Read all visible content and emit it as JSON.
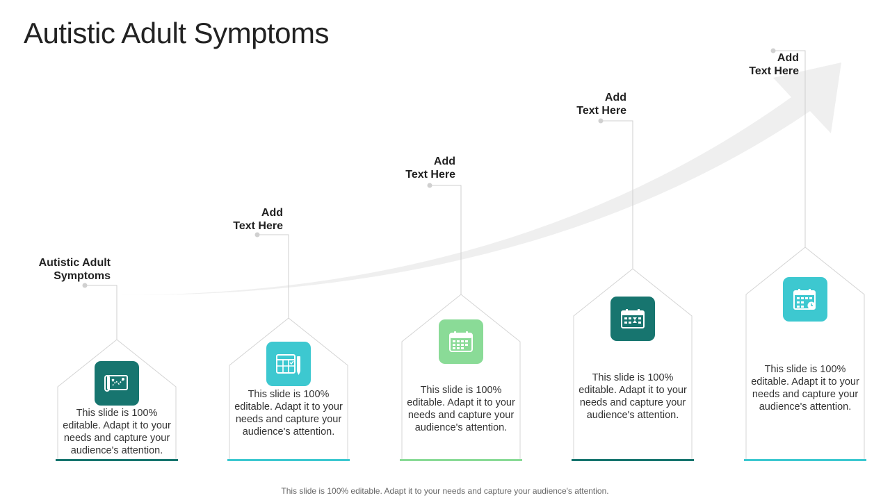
{
  "title": "Autistic Adult Symptoms",
  "steps": [
    {
      "label_line1": "Autistic Adult",
      "label_line2": "Symptoms",
      "text": "This slide is 100% editable. Adapt it to your needs and capture your audience's attention.",
      "icon": "blueprint-map-icon",
      "color": "#17756f"
    },
    {
      "label_line1": "Add",
      "label_line2": "Text Here",
      "text": "This slide is 100% editable. Adapt it to your needs and capture your audience's attention.",
      "icon": "calendar-pencil-icon",
      "color": "#3dc8d0"
    },
    {
      "label_line1": "Add",
      "label_line2": "Text Here",
      "text": "This slide is 100% editable. Adapt it to your needs and capture your audience's attention.",
      "icon": "calendar-icon",
      "color": "#8adb97"
    },
    {
      "label_line1": "Add",
      "label_line2": "Text Here",
      "text": "This slide is 100% editable. Adapt it to your needs and capture your audience's attention.",
      "icon": "calendar-hourglass-icon",
      "color": "#17756f"
    },
    {
      "label_line1": "Add",
      "label_line2": "Text Here",
      "text": "This slide is 100% editable. Adapt it to your needs and capture your audience's attention.",
      "icon": "calendar-alarm-icon",
      "color": "#3dc8d0"
    }
  ],
  "footer": "This slide is 100% editable. Adapt it to your needs and capture your audience's attention."
}
